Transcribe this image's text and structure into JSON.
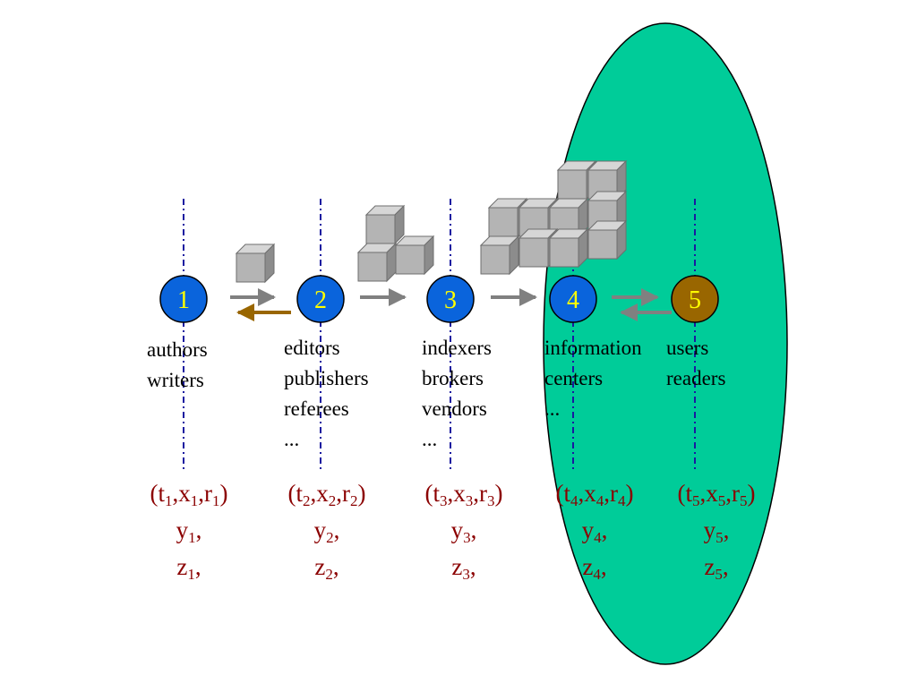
{
  "colors": {
    "ellipse": "#00cc99",
    "node_blue": "#0a64dc",
    "node_gold": "#996600",
    "node_label": "#ffff00",
    "dash_line": "#1a1aa0",
    "arrow_gray": "#808080",
    "arrow_brown": "#996600",
    "cube_face": "#b4b4b4",
    "variable_text": "#8b0000"
  },
  "nodes": [
    {
      "label": "1",
      "color": "blue"
    },
    {
      "label": "2",
      "color": "blue"
    },
    {
      "label": "3",
      "color": "blue"
    },
    {
      "label": "4",
      "color": "blue"
    },
    {
      "label": "5",
      "color": "gold"
    }
  ],
  "roles": [
    {
      "lines": [
        "authors",
        "writers"
      ]
    },
    {
      "lines": [
        "editors",
        "publishers",
        "referees",
        "..."
      ]
    },
    {
      "lines": [
        "indexers",
        "brokers",
        "vendors",
        "..."
      ]
    },
    {
      "lines": [
        "information",
        "centers",
        "..."
      ]
    },
    {
      "lines": [
        "users",
        "readers"
      ]
    }
  ],
  "variables": [
    {
      "t": "t",
      "x": "x",
      "r": "r",
      "y": "y",
      "z": "z",
      "sub": "1"
    },
    {
      "t": "t",
      "x": "x",
      "r": "r",
      "y": "y",
      "z": "z",
      "sub": "2"
    },
    {
      "t": "t",
      "x": "x",
      "r": "r",
      "y": "y",
      "z": "z",
      "sub": "3"
    },
    {
      "t": "t",
      "x": "x",
      "r": "r",
      "y": "y",
      "z": "z",
      "sub": "4"
    },
    {
      "t": "t",
      "x": "x",
      "r": "r",
      "y": "y",
      "z": "z",
      "sub": "5"
    }
  ]
}
